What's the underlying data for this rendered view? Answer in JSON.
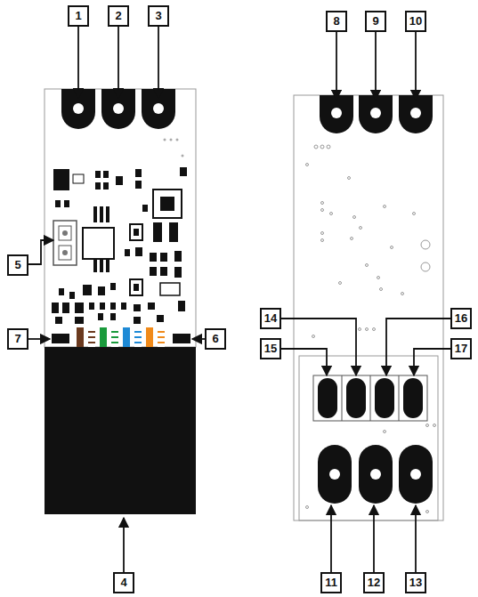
{
  "diagram": {
    "labels": [
      "1",
      "2",
      "3",
      "5",
      "7",
      "6",
      "4",
      "8",
      "9",
      "10",
      "14",
      "16",
      "15",
      "17",
      "11",
      "12",
      "13"
    ]
  }
}
